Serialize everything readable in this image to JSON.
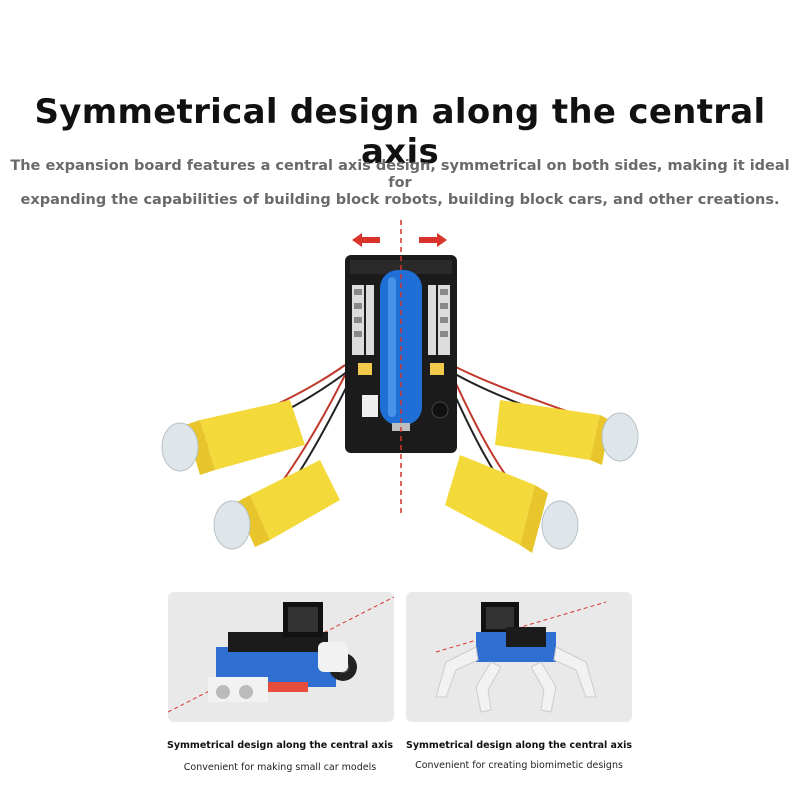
{
  "header": {
    "title": "Symmetrical design along the central axis",
    "description_line1": "The expansion board features a central axis design, symmetrical on both sides, making it ideal for",
    "description_line2": "expanding the capabilities of building block robots, building block cars, and other creations."
  },
  "cards": [
    {
      "caption": "Symmetrical design along the central axis",
      "subcaption": "Convenient for making small car models"
    },
    {
      "caption": "Symmetrical design along the central axis",
      "subcaption": "Convenient for creating biomimetic designs"
    }
  ],
  "colors": {
    "axis_line": "#d9342b",
    "arrow": "#d9342b",
    "board": "#1b1b1b",
    "battery": "#1f6fd6",
    "motor": "#f4d93a",
    "block_blue": "#2f6fd1",
    "block_white": "#f2f2f2"
  }
}
